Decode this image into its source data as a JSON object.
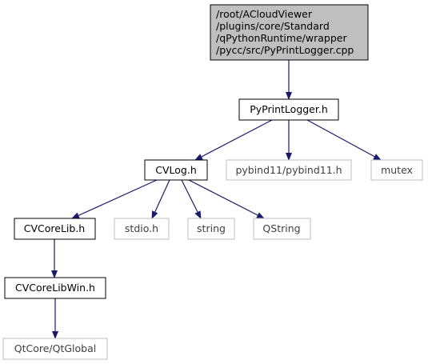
{
  "colors": {
    "edge": "#191970",
    "node_border": "#000000",
    "node_muted_border": "#bfbfbf",
    "root_fill": "#bfbfbf",
    "node_fill": "#ffffff"
  },
  "nodes": {
    "root": {
      "lines": [
        "/root/ACloudViewer",
        "/plugins/core/Standard",
        "/qPythonRuntime/wrapper",
        "/pycc/src/PyPrintLogger.cpp"
      ]
    },
    "pyprintlogger": {
      "label": "PyPrintLogger.h"
    },
    "cvlog": {
      "label": "CVLog.h"
    },
    "pybind11": {
      "label": "pybind11/pybind11.h"
    },
    "mutex": {
      "label": "mutex"
    },
    "cvcorelib": {
      "label": "CVCoreLib.h"
    },
    "stdio": {
      "label": "stdio.h"
    },
    "string": {
      "label": "string"
    },
    "qstring": {
      "label": "QString"
    },
    "cvcorelibwin": {
      "label": "CVCoreLibWin.h"
    },
    "qtglobal": {
      "label": "QtCore/QtGlobal"
    }
  },
  "edges": [
    {
      "from": "root",
      "to": "pyprintlogger"
    },
    {
      "from": "pyprintlogger",
      "to": "cvlog"
    },
    {
      "from": "pyprintlogger",
      "to": "pybind11"
    },
    {
      "from": "pyprintlogger",
      "to": "mutex"
    },
    {
      "from": "cvlog",
      "to": "cvcorelib"
    },
    {
      "from": "cvlog",
      "to": "stdio"
    },
    {
      "from": "cvlog",
      "to": "string"
    },
    {
      "from": "cvlog",
      "to": "qstring"
    },
    {
      "from": "cvcorelib",
      "to": "cvcorelibwin"
    },
    {
      "from": "cvcorelibwin",
      "to": "qtglobal"
    }
  ]
}
